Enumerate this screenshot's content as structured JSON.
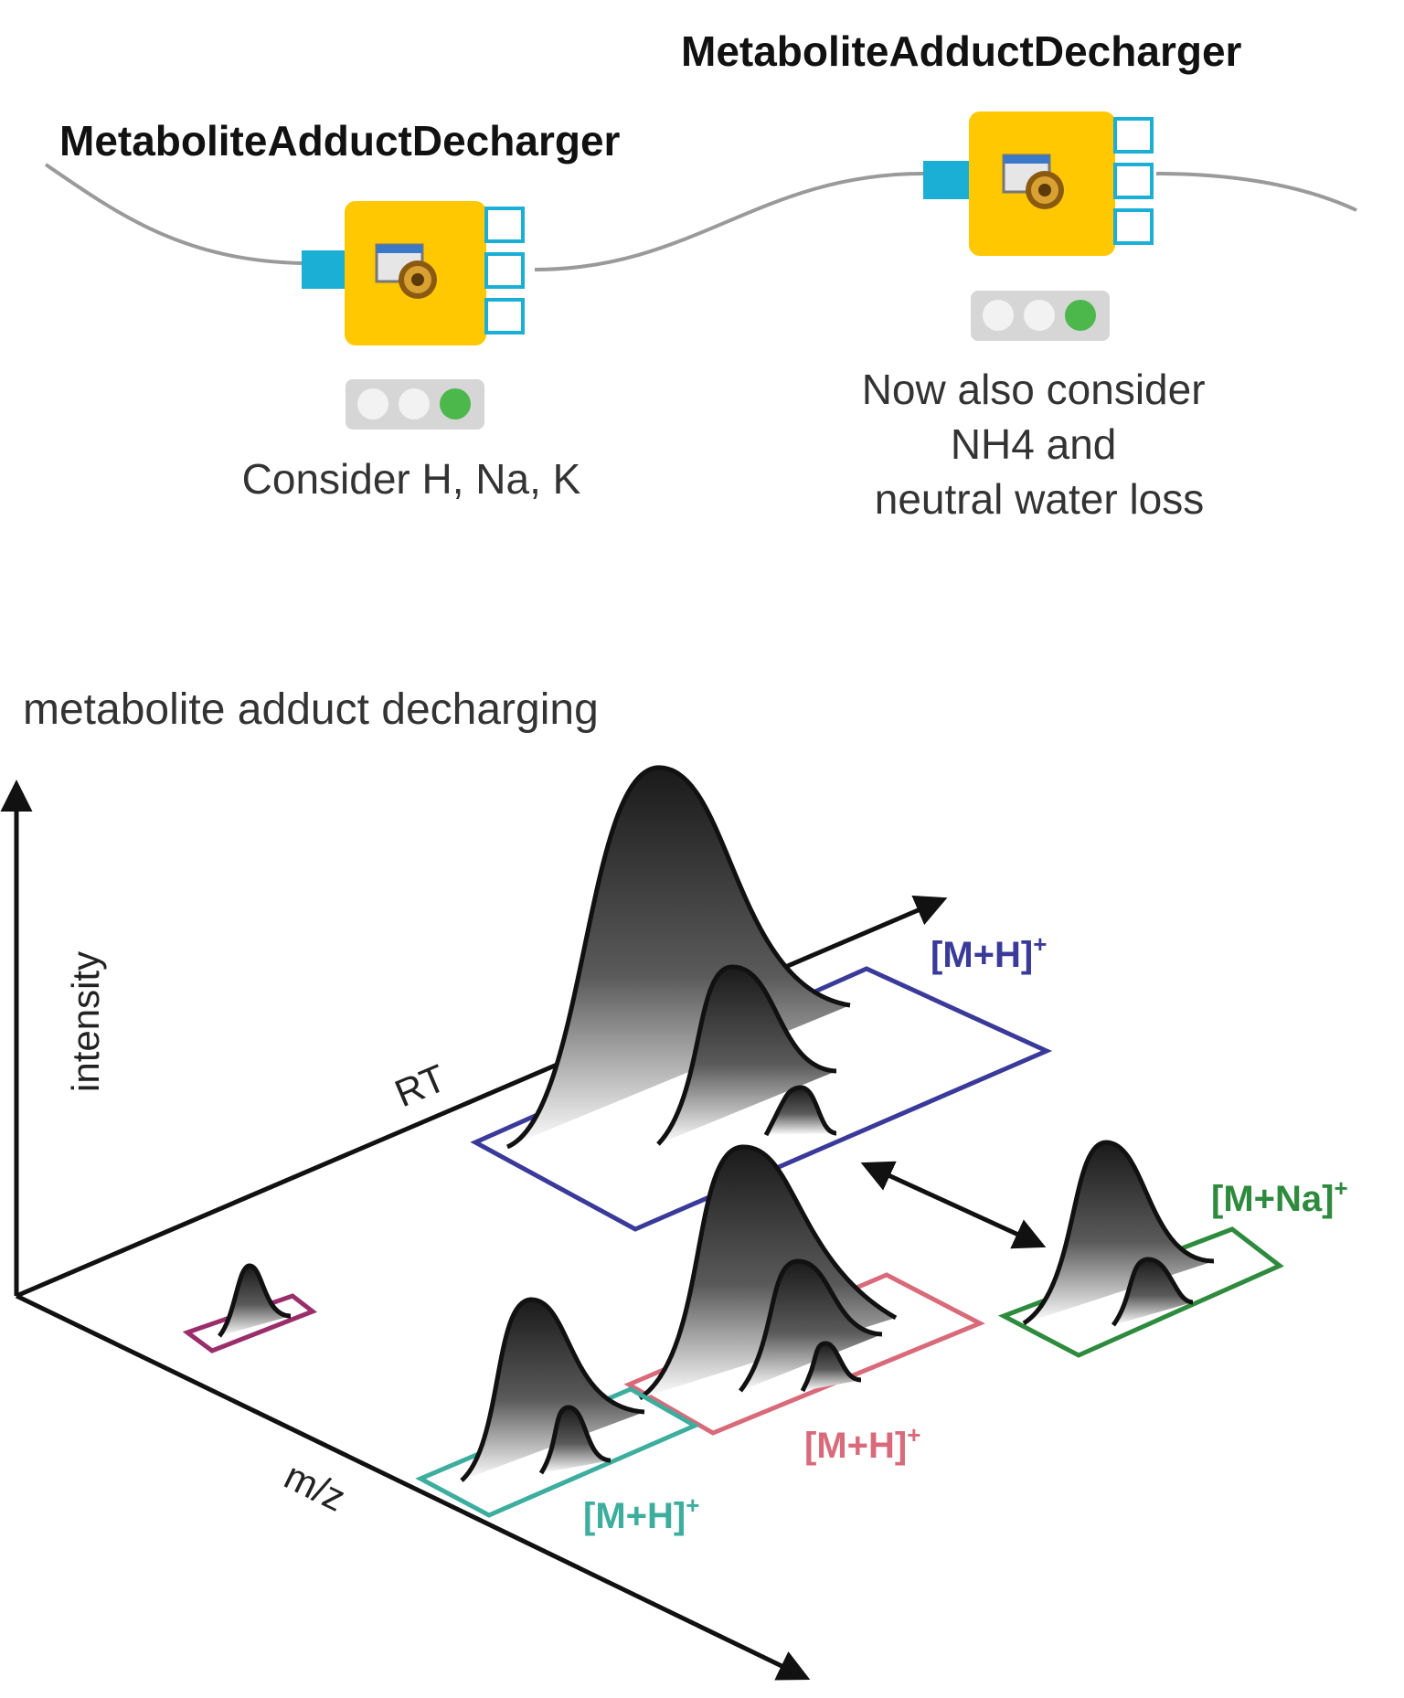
{
  "workflow": {
    "nodes": [
      {
        "title": "MetaboliteAdductDecharger",
        "caption_lines": [
          "Consider H, Na, K"
        ],
        "status": "executed"
      },
      {
        "title": "MetaboliteAdductDecharger",
        "caption_lines": [
          "Now also consider",
          "NH4 and",
          "neutral water loss"
        ],
        "status": "executed"
      }
    ],
    "colors": {
      "node_body": "#FFC800",
      "input_port": "#1BAFD6",
      "output_port_border": "#1BAFD6",
      "connection": "#9A9A9A",
      "traffic_light_bg": "#D6D6D6",
      "traffic_light_off": "#F2F2F2",
      "traffic_light_on": "#4CB84C"
    },
    "node_icon": "configure-window-gear-icon"
  },
  "diagram": {
    "title": "metabolite adduct decharging",
    "axes": {
      "y": "intensity",
      "rt": "RT",
      "mz": "m/z"
    },
    "features": [
      {
        "label_main": "[M+H]",
        "label_sup": "+",
        "color": "#3A3A9A"
      },
      {
        "label_main": "[M+Na]",
        "label_sup": "+",
        "color": "#2E8B3E"
      },
      {
        "label_main": "[M+H]",
        "label_sup": "+",
        "color": "#D96A7A"
      },
      {
        "label_main": "[M+H]",
        "label_sup": "+",
        "color": "#3DAE9E"
      },
      {
        "label_main": "",
        "label_sup": "",
        "color": "#9A2E6A"
      }
    ],
    "association_icon": "double-headed-arrow-icon"
  }
}
